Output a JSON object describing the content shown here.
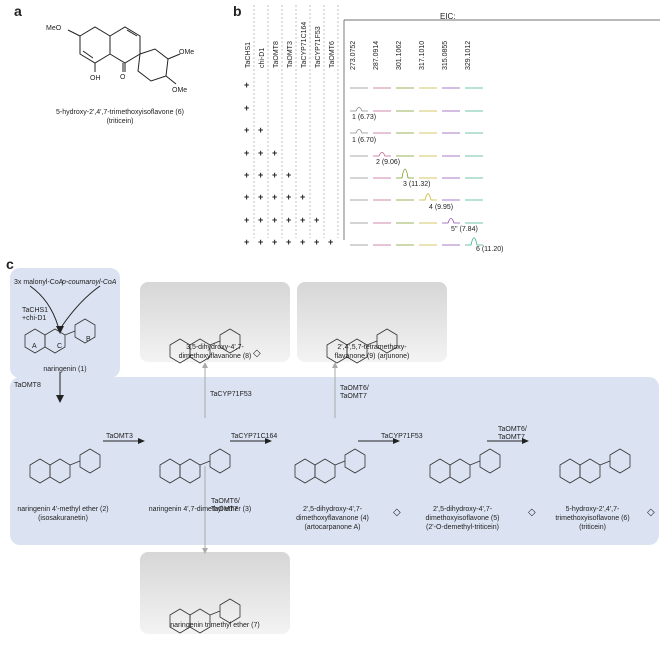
{
  "panel_a": {
    "letter": "a",
    "compound_name": "5-hydroxy-2',4',7-trimethoxyisoflavone (6)",
    "compound_alt": "(triticein)",
    "atom_labels": {
      "meo": "MeO",
      "oh": "OH",
      "o": "O",
      "ome": "OMe"
    }
  },
  "panel_b": {
    "letter": "b",
    "gene_headers": [
      "TaCHS1",
      "chi-D1",
      "TaOMT8",
      "TaOMT3",
      "TaCYP71C164",
      "TaCYP71F53",
      "TaOMT6"
    ],
    "eic_title": "EIC:",
    "mz_headers": [
      "273.0752",
      "287.0914",
      "301.1062",
      "317.1010",
      "315.0855",
      "329.1012"
    ],
    "rows": [
      {
        "plus_count": 1,
        "peak": ""
      },
      {
        "plus_count": 1,
        "peak": "1 (6.73)"
      },
      {
        "plus_count": 2,
        "peak": "1 (6.70)"
      },
      {
        "plus_count": 3,
        "peak": "2 (9.06)"
      },
      {
        "plus_count": 4,
        "peak": "3 (11.32)"
      },
      {
        "plus_count": 5,
        "peak": "4 (9.95)"
      },
      {
        "plus_count": 6,
        "peak": "5'' (7.84)"
      },
      {
        "plus_count": 7,
        "peak": "6 (11.20)"
      }
    ],
    "plus_symbol": "+",
    "trace_colors": [
      "#8c8c8c",
      "#c06090",
      "#7a9a20",
      "#c8b838",
      "#9050b0",
      "#40b090"
    ]
  },
  "panel_c": {
    "letter": "c",
    "precursors": "3x malonyl-CoA",
    "precursor2": "p-coumaroyl-CoA",
    "enzymes_start": "TaCHS1",
    "enzymes_start2": "+chi-D1",
    "naringenin": "naringenin (1)",
    "ring_labels": [
      "A",
      "C",
      "B"
    ],
    "enzyme_omt8": "TaOMT8",
    "enzyme_omt3": "TaOMT3",
    "enzyme_c164": "TaCYP71C164",
    "enzyme_f53": "TaCYP71F53",
    "enzyme_f53_up": "TaCYP71F53",
    "enzyme_omt67_a": "TaOMT6/",
    "enzyme_omt67_b": "TaOMT7",
    "c2": {
      "l1": "naringenin 4'-methyl ether (2)",
      "l2": "(isosakuranetin)"
    },
    "c3": {
      "l1": "naringenin 4',7-dimethyl ether (3)"
    },
    "c4": {
      "l1": "2',5-dihydroxy-4',7-",
      "l2": "dimethoxyflavanone (4)",
      "l3": "(artocarpanone A)"
    },
    "c5": {
      "l1": "2',5-dihydroxy-4',7-",
      "l2": "dimethoxyisoflavone (5)",
      "l3": "(2'-O-demethyl-triticein)"
    },
    "c6": {
      "l1": "5-hydroxy-2',4',7-",
      "l2": "trimethoxyisoflavone (6)",
      "l3": "(triticein)"
    },
    "c7": {
      "l1": "naringenin trimethyl ether (7)"
    },
    "c8": {
      "l1": "3,5-dihydroxy-4',7-",
      "l2": "dimethoxyflavanone (8)"
    },
    "c9": {
      "l1": "2',4',5,7-tetramethoxy-",
      "l2": "flavanone (9) (arjunone)"
    },
    "diamond": "◇"
  }
}
